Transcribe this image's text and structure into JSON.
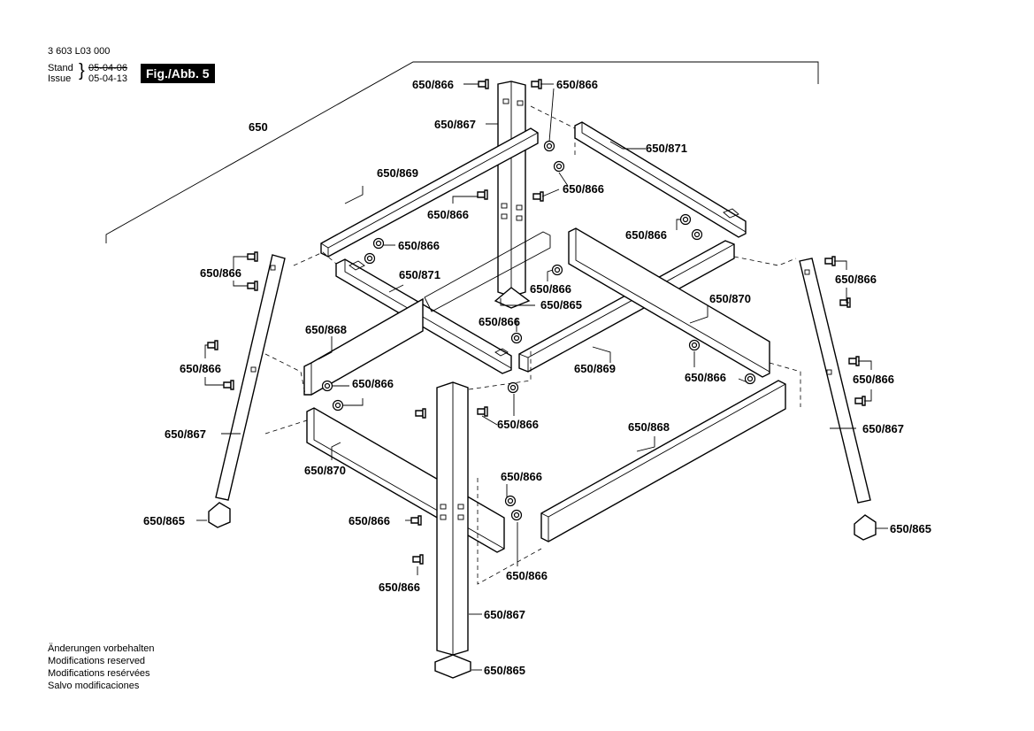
{
  "header": {
    "doc_number": "3 603 L03 000",
    "stand_label": "Stand",
    "issue_label": "Issue",
    "brace": "}",
    "stand_date": "05-04-06",
    "issue_date": "05-04-13",
    "figure": "Fig./Abb. 5"
  },
  "footer_notes": [
    "Änderungen vorbehalten",
    "Modifications reserved",
    "Modifications resérvées",
    "Salvo modificaciones"
  ],
  "part_labels": {
    "assembly": "650",
    "bolt": "650/866",
    "foot": "650/865",
    "leg": "650/867",
    "rail_868": "650/868",
    "rail_869": "650/869",
    "rail_870": "650/870",
    "rail_871": "650/871"
  }
}
